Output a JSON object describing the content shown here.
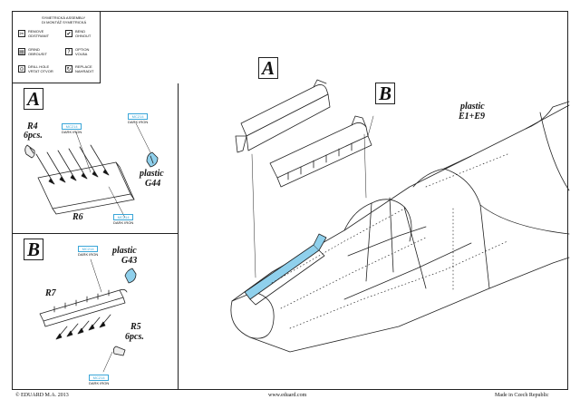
{
  "legend": {
    "title": [
      "SYMETRICKÁ ASSEMBLY",
      "DI MONTÁŽ SYMETRICKÁ"
    ],
    "items": [
      {
        "icon": "remove-icon",
        "glyph": "✂",
        "lines": [
          "REMOVE",
          "ODSTRANIT"
        ]
      },
      {
        "icon": "bend-icon",
        "glyph": "✔",
        "lines": [
          "BEND",
          "OHNOUT"
        ]
      },
      {
        "icon": "grind-icon",
        "glyph": "▤",
        "lines": [
          "GRIND",
          "OBROUSIT"
        ]
      },
      {
        "icon": "option-icon",
        "glyph": "?",
        "lines": [
          "OPTION",
          "VOLBA"
        ]
      },
      {
        "icon": "drill-icon",
        "glyph": "⊙",
        "lines": [
          "DRILL HOLE",
          "VRTAT OTVOR"
        ]
      },
      {
        "icon": "replace-icon",
        "glyph": "↻",
        "lines": [
          "REPLACE",
          "NAHRADIT"
        ]
      }
    ]
  },
  "panel_a": {
    "label": "A",
    "r4": "R4",
    "r4_qty": "6pcs.",
    "r6": "R6",
    "plastic": "plastic",
    "plastic_part": "G44",
    "codes": [
      {
        "pn": "MC214",
        "finish": "DARK IRON"
      },
      {
        "pn": "MC214",
        "finish": "DARK IRON"
      },
      {
        "pn": "MC214",
        "finish": "DARK IRON"
      }
    ]
  },
  "panel_b": {
    "label": "B",
    "r7": "R7",
    "r5": "R5",
    "r5_qty": "6pcs.",
    "plastic": "plastic",
    "plastic_part": "G43",
    "codes": [
      {
        "pn": "MC214",
        "finish": "DARK IRON"
      },
      {
        "pn": "MC214",
        "finish": "DARK IRON"
      }
    ]
  },
  "main": {
    "label_a": "A",
    "label_b": "B",
    "plastic": "plastic",
    "plastic_part": "E1+E9"
  },
  "footer": {
    "copyright": "© EDUARD  M.A. 2013",
    "website": "www.eduard.com",
    "origin": "Made in Czech Republic"
  },
  "colors": {
    "photoetch_blue": "#8fd0ec",
    "code_blue": "#3aa6d8",
    "line": "#222222"
  }
}
